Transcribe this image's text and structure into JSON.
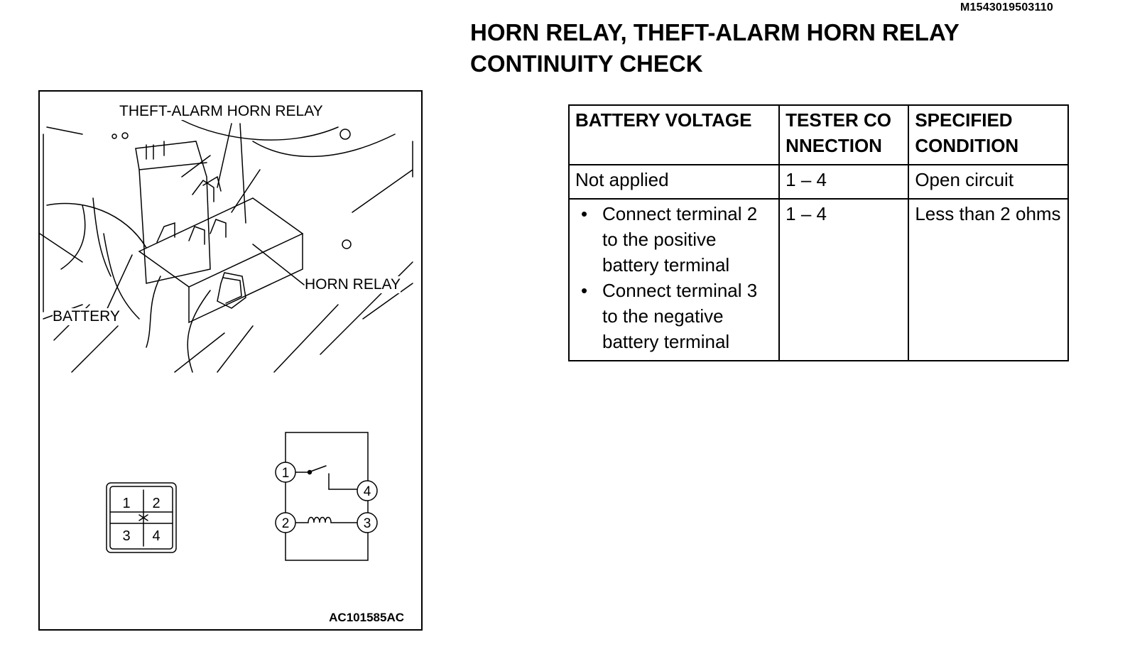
{
  "doc_id": "M1543019503110",
  "title": {
    "line1": "HORN RELAY, THEFT-ALARM HORN RELAY",
    "line2": "CONTINUITY CHECK"
  },
  "figure": {
    "labels": {
      "theft_alarm_horn_relay": "THEFT-ALARM HORN RELAY",
      "horn_relay": "HORN RELAY",
      "battery": "BATTERY"
    },
    "connector_terminals": [
      "1",
      "2",
      "3",
      "4"
    ],
    "circuit_terminals": [
      "1",
      "2",
      "3",
      "4"
    ],
    "code": "AC101585AC"
  },
  "table": {
    "headers": [
      "BATTERY VOLTAGE",
      "TESTER CONNECTION",
      "SPECIFIED CONDITION"
    ],
    "rows": [
      {
        "voltage": "Not applied",
        "connection": "1 – 4",
        "condition": "Open circuit"
      },
      {
        "voltage_items": [
          "Connect terminal 2 to the positive battery terminal",
          "Connect terminal 3 to the negative battery terminal"
        ],
        "connection": "1 – 4",
        "condition": "Less than 2 ohms"
      }
    ]
  }
}
